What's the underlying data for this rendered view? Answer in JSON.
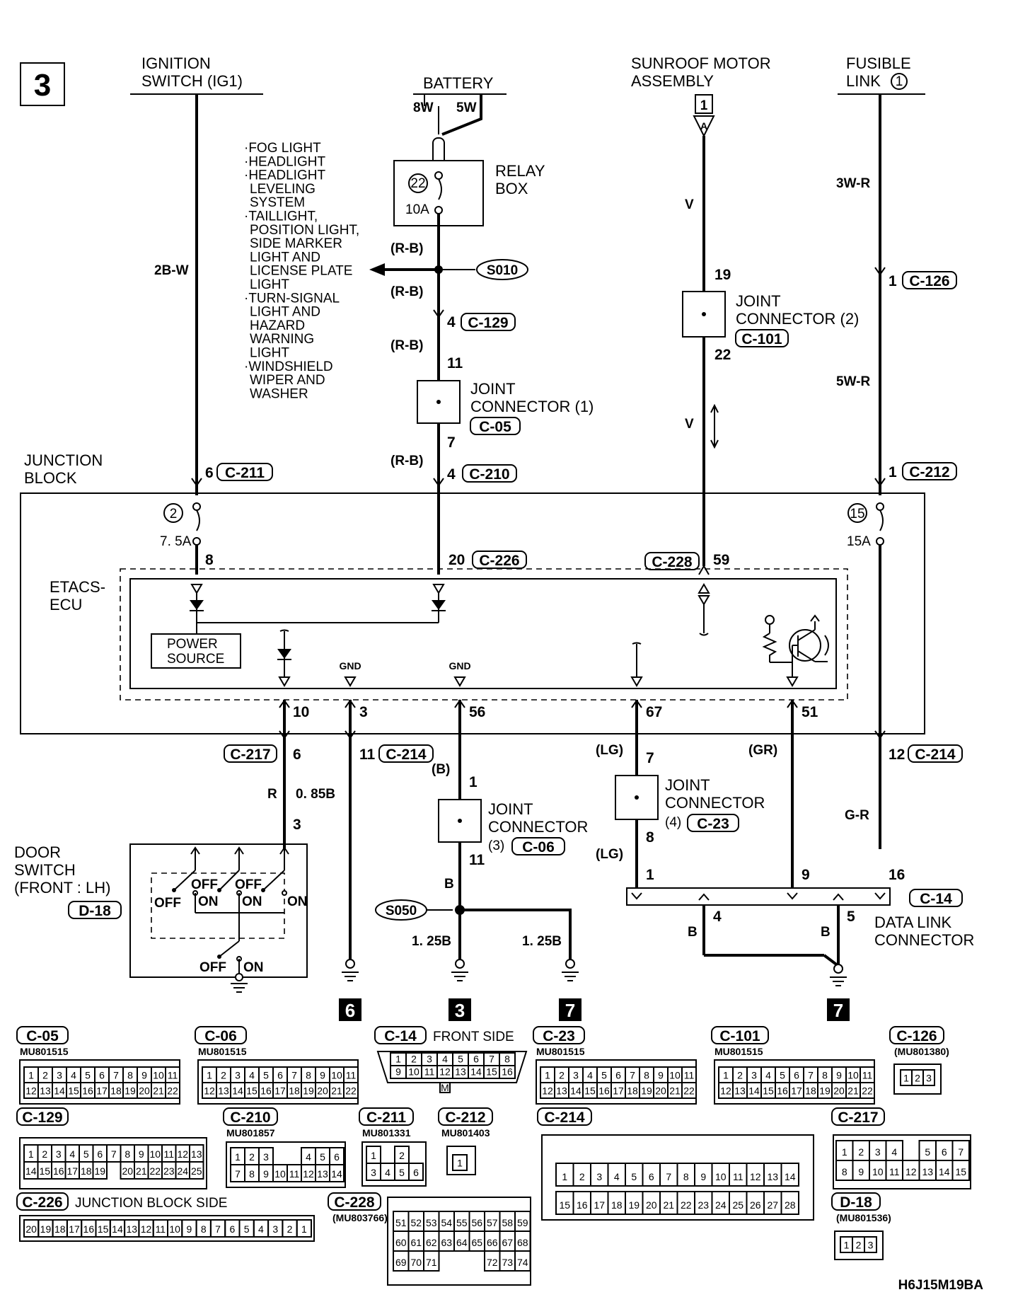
{
  "diagram_number": "3",
  "figure_code": "H6J15M19BA",
  "top_sources": {
    "ignition_switch": "IGNITION SWITCH (IG1)",
    "ignition_line1": "IGNITION",
    "ignition_line2": "SWITCH (IG1)",
    "battery": "BATTERY",
    "battery_8w": "8W",
    "battery_5w": "5W",
    "sunroof_line1": "SUNROOF MOTOR",
    "sunroof_line2": "ASSEMBLY",
    "sunroof_tag": "1",
    "sunroof_arrow": "A",
    "fusible_line1": "FUSIBLE",
    "fusible_line2": "LINK",
    "fusible_num": "1"
  },
  "relay_box": {
    "line1": "RELAY",
    "line2": "BOX",
    "fuse_no": "22",
    "fuse_rating": "10A"
  },
  "loads_list": [
    "·FOG LIGHT",
    "·HEADLIGHT",
    "·HEADLIGHT",
    "LEVELING",
    "SYSTEM",
    "·TAILLIGHT,",
    "POSITION LIGHT,",
    "SIDE MARKER",
    "LIGHT AND",
    "LICENSE PLATE",
    "LIGHT",
    "·TURN-SIGNAL",
    "LIGHT AND",
    "HAZARD",
    "WARNING",
    "LIGHT",
    "·WINDSHIELD",
    "WIPER AND",
    "WASHER"
  ],
  "splices": {
    "s010": "S010",
    "s050": "S050"
  },
  "wire_labels": {
    "w2bw": "2B-W",
    "rb1": "(R-B)",
    "rb2": "(R-B)",
    "rb3": "(R-B)",
    "rb4": "(R-B)",
    "v1": "V",
    "v2": "V",
    "w3wr": "3W-R",
    "w5wr": "5W-R",
    "r": "R",
    "b085": "0. 85B",
    "b_paren": "(B)",
    "lg1": "(LG)",
    "lg2": "(LG)",
    "gr": "(GR)",
    "gr2": "G-R",
    "b_dl1": "B",
    "b_dl2": "B",
    "b_mid": "B",
    "b125_1": "1. 25B",
    "b125_2": "1. 25B"
  },
  "joint_connectors": {
    "jc1_line1": "JOINT",
    "jc1_line2": "CONNECTOR (1)",
    "jc1_code": "C-05",
    "jc2_line1": "JOINT",
    "jc2_line2": "CONNECTOR (2)",
    "jc2_code": "C-101",
    "jc3_line1": "JOINT",
    "jc3_line2": "CONNECTOR",
    "jc3_num": "(3)",
    "jc3_code": "C-06",
    "jc4_line1": "JOINT",
    "jc4_line2": "CONNECTOR",
    "jc4_num": "(4)",
    "jc4_code": "C-23"
  },
  "junction_block": {
    "line1": "JUNCTION",
    "line2": "BLOCK",
    "fuse2_no": "2",
    "fuse2_rating": "7. 5A",
    "fuse15_no": "15",
    "fuse15_rating": "15A"
  },
  "etacs": {
    "line1": "ETACS-",
    "line2": "ECU",
    "power_line1": "POWER",
    "power_line2": "SOURCE",
    "gnd1": "GND",
    "gnd2": "GND"
  },
  "pins": {
    "p6": "6",
    "p4_129": "4",
    "p11": "11",
    "p7": "7",
    "p4_210": "4",
    "p19": "19",
    "p22": "22",
    "p1_126": "1",
    "p1_212": "1",
    "p8": "8",
    "p20": "20",
    "p59": "59",
    "p10": "10",
    "p3": "3",
    "p56": "56",
    "p67": "67",
    "p51": "51",
    "p6_217": "6",
    "p11_214": "11",
    "p12_214": "12",
    "p1_jc3": "1",
    "p11_jc3": "11",
    "p7_jc4": "7",
    "p8_jc4": "8",
    "p3_door": "3",
    "dl1": "1",
    "dl9": "9",
    "dl16": "16",
    "dl4": "4",
    "dl5": "5"
  },
  "connector_refs": {
    "c211": "C-211",
    "c129": "C-129",
    "c05": "C-05",
    "c210": "C-210",
    "c101": "C-101",
    "c126": "C-126",
    "c212": "C-212",
    "c226": "C-226",
    "c228": "C-228",
    "c217": "C-217",
    "c214a": "C-214",
    "c214b": "C-214",
    "c06": "C-06",
    "c23": "C-23",
    "c14": "C-14",
    "d18": "D-18"
  },
  "door_switch": {
    "line1": "DOOR",
    "line2": "SWITCH",
    "line3": "(FRONT : LH)",
    "code": "D-18",
    "off1": "OFF",
    "off2": "OFF",
    "off3": "OFF",
    "off4": "OFF",
    "on1": "ON",
    "on2": "ON",
    "on3": "ON",
    "on4": "ON"
  },
  "data_link": {
    "line1": "DATA LINK",
    "line2": "CONNECTOR"
  },
  "ground_refs": {
    "g6": "6",
    "g3": "3",
    "g7a": "7",
    "g7b": "7"
  },
  "connector_legend": {
    "c05": {
      "code": "C-05",
      "part": "MU801515",
      "row1": [
        "1",
        "2",
        "3",
        "4",
        "5",
        "6",
        "7",
        "8",
        "9",
        "10",
        "11"
      ],
      "row2": [
        "12",
        "13",
        "14",
        "15",
        "16",
        "17",
        "18",
        "19",
        "20",
        "21",
        "22"
      ]
    },
    "c06": {
      "code": "C-06",
      "part": "MU801515",
      "row1": [
        "1",
        "2",
        "3",
        "4",
        "5",
        "6",
        "7",
        "8",
        "9",
        "10",
        "11"
      ],
      "row2": [
        "12",
        "13",
        "14",
        "15",
        "16",
        "17",
        "18",
        "19",
        "20",
        "21",
        "22"
      ]
    },
    "c14": {
      "code": "C-14",
      "caption": "FRONT SIDE",
      "row1": [
        "1",
        "2",
        "3",
        "4",
        "5",
        "6",
        "7",
        "8"
      ],
      "row2": [
        "9",
        "10",
        "11",
        "12",
        "13",
        "14",
        "15",
        "16"
      ],
      "mark": "M"
    },
    "c23": {
      "code": "C-23",
      "part": "MU801515",
      "row1": [
        "1",
        "2",
        "3",
        "4",
        "5",
        "6",
        "7",
        "8",
        "9",
        "10",
        "11"
      ],
      "row2": [
        "12",
        "13",
        "14",
        "15",
        "16",
        "17",
        "18",
        "19",
        "20",
        "21",
        "22"
      ]
    },
    "c101": {
      "code": "C-101",
      "part": "MU801515",
      "row1": [
        "1",
        "2",
        "3",
        "4",
        "5",
        "6",
        "7",
        "8",
        "9",
        "10",
        "11"
      ],
      "row2": [
        "12",
        "13",
        "14",
        "15",
        "16",
        "17",
        "18",
        "19",
        "20",
        "21",
        "22"
      ]
    },
    "c126": {
      "code": "C-126",
      "part": "(MU801380)",
      "row1": [
        "1",
        "2",
        "3"
      ]
    },
    "c129": {
      "code": "C-129",
      "row1": [
        "1",
        "2",
        "3",
        "4",
        "5",
        "6",
        "7",
        "8",
        "9",
        "10",
        "11",
        "12",
        "13"
      ],
      "row2": [
        "14",
        "15",
        "16",
        "17",
        "18",
        "19",
        "",
        "20",
        "21",
        "22",
        "23",
        "24",
        "25"
      ]
    },
    "c210": {
      "code": "C-210",
      "part": "MU801857",
      "row1": [
        "1",
        "2",
        "3",
        "",
        "",
        "4",
        "5",
        "6"
      ],
      "row2": [
        "7",
        "8",
        "9",
        "10",
        "11",
        "12",
        "13",
        "14"
      ]
    },
    "c211": {
      "code": "C-211",
      "part": "MU801331",
      "row1": [
        "1",
        "",
        "2"
      ],
      "row2": [
        "3",
        "4",
        "5",
        "6"
      ]
    },
    "c212": {
      "code": "C-212",
      "part": "MU801403",
      "row1": [
        "1"
      ]
    },
    "c214": {
      "code": "C-214",
      "row1": [
        "1",
        "2",
        "3",
        "4",
        "5",
        "6",
        "7",
        "8",
        "9",
        "10",
        "11",
        "12",
        "13",
        "14"
      ],
      "row2": [
        "15",
        "16",
        "17",
        "18",
        "19",
        "20",
        "21",
        "22",
        "23",
        "24",
        "25",
        "26",
        "27",
        "28"
      ]
    },
    "c217": {
      "code": "C-217",
      "row1": [
        "1",
        "2",
        "3",
        "4",
        "",
        "5",
        "6",
        "7"
      ],
      "row2": [
        "8",
        "9",
        "10",
        "11",
        "12",
        "13",
        "14",
        "15"
      ]
    },
    "c226": {
      "code": "C-226",
      "caption": "JUNCTION BLOCK SIDE",
      "row1": [
        "20",
        "19",
        "18",
        "17",
        "16",
        "15",
        "14",
        "13",
        "12",
        "11",
        "10",
        "9",
        "8",
        "7",
        "6",
        "5",
        "4",
        "3",
        "2",
        "1"
      ]
    },
    "c228": {
      "code": "C-228",
      "part": "(MU803766)",
      "row1": [
        "51",
        "52",
        "53",
        "54",
        "55",
        "56",
        "57",
        "58",
        "59"
      ],
      "row2": [
        "60",
        "61",
        "62",
        "63",
        "64",
        "65",
        "66",
        "67",
        "68"
      ],
      "row3": [
        "69",
        "70",
        "71",
        "",
        "",
        "",
        "72",
        "73",
        "74"
      ]
    },
    "d18": {
      "code": "D-18",
      "part": "(MU801536)",
      "row1": [
        "1",
        "2",
        "3"
      ]
    }
  }
}
